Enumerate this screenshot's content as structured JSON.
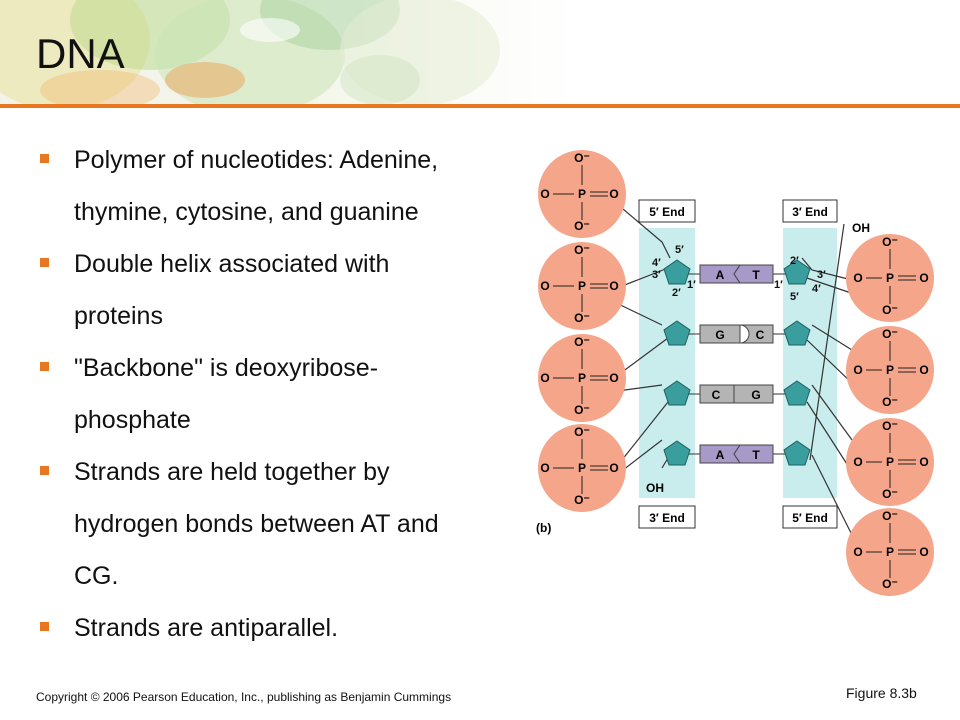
{
  "slide": {
    "title": "DNA"
  },
  "bullets": [
    {
      "lines": [
        "Polymer of nucleotides: Adenine,",
        "thymine, cytosine, and guanine"
      ]
    },
    {
      "lines": [
        "Double helix associated with",
        "proteins"
      ]
    },
    {
      "lines": [
        "\"Backbone\" is deoxyribose-",
        "phosphate"
      ]
    },
    {
      "lines": [
        "Strands are held together by",
        "hydrogen bonds between AT and",
        "CG."
      ]
    },
    {
      "lines": [
        "Strands are antiparallel."
      ]
    }
  ],
  "figure": {
    "panel_label": "(b)",
    "end_labels": {
      "left_top": "5′ End",
      "right_top": "3′ End",
      "left_bottom": "3′ End",
      "right_bottom": "5′ End"
    },
    "phosphate": {
      "o_minus": "O⁻",
      "o": "O",
      "p": "P"
    },
    "hydroxyl": "OH",
    "carbon_labels": {
      "c1": "1′",
      "c2": "2′",
      "c3": "3′",
      "c4": "4′",
      "c5": "5′"
    },
    "base_pairs": [
      {
        "left": "A",
        "right": "T"
      },
      {
        "left": "G",
        "right": "C"
      },
      {
        "left": "C",
        "right": "G"
      },
      {
        "left": "A",
        "right": "T"
      }
    ],
    "colors": {
      "phosphate_fill": "#f4a58a",
      "sugar_fill": "#3a9e9e",
      "strand_band": "#c9ecec",
      "purine_fill": "#a79ac8",
      "pyrimidine_fill": "#b4b4b4",
      "accent": "#e87722"
    }
  },
  "footer": {
    "copyright": "Copyright © 2006 Pearson Education, Inc., publishing as Benjamin Cummings",
    "figure_ref": "Figure 8.3b"
  }
}
